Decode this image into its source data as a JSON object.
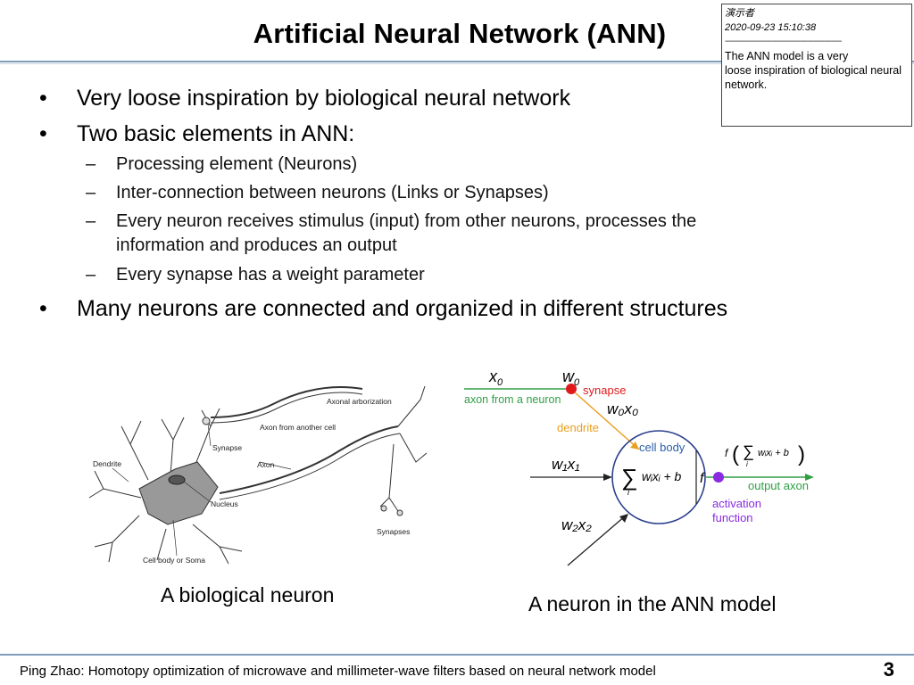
{
  "slide": {
    "title": "Artificial Neural Network (ANN)",
    "bullets": [
      "Very loose inspiration by biological neural network",
      "Two basic elements in ANN:"
    ],
    "sub_bullets": [
      "Processing element (Neurons)",
      "Inter-connection between neurons (Links or Synapses)",
      "Every neuron receives stimulus (input) from other neurons, processes the",
      "information and produces an output",
      "Every synapse has a weight parameter"
    ],
    "last_bullet": "Many neurons are connected and organized in different structures",
    "caption_bio": "A biological neuron",
    "caption_ann": "A neuron in the ANN model",
    "footer": "Ping Zhao:  Homotopy  optimization  of microwave  and  millimeter-wave  filters  based  on neural network model",
    "page_number": "3"
  },
  "comment": {
    "author": "演示者",
    "timestamp": "2020-09-23  15:10:38",
    "separator": "--------------------------------------------------------",
    "text_line1": "The ANN  model is a very",
    "text_line2": "loose  inspiration of biological neural",
    "text_line3": "network."
  },
  "bio_labels": {
    "axonal_arborization": "Axonal arborization",
    "axon_from_another": "Axon from another cell",
    "synapse": "Synapse",
    "dendrite": "Dendrite",
    "axon": "Axon",
    "nucleus": "Nucleus",
    "synapses": "Synapses",
    "cell_body": "Cell body or Soma"
  },
  "ann_labels": {
    "x0": "x",
    "x0_sub": "0",
    "w0": "w",
    "w0_sub": "0",
    "synapse": "synapse",
    "axon_from_neuron": "axon from a neuron",
    "w0x0": "w₀x₀",
    "dendrite": "dendrite",
    "cell_body": "cell body",
    "w1x1": "w₁x₁",
    "w2x2": "w₂x₂",
    "sum_expr": "wᵢxᵢ + b",
    "sum_sub": "i",
    "f": "f",
    "f_out": "f",
    "output_axon": "output axon",
    "activation": "activation",
    "function": "function"
  },
  "colors": {
    "rule": "#7f9db9",
    "synapse_red": "#e0191b",
    "green_label": "#2f9e44",
    "orange_label": "#e8a020",
    "blue_label": "#2b5fa8",
    "purple_label": "#8a2be2"
  }
}
